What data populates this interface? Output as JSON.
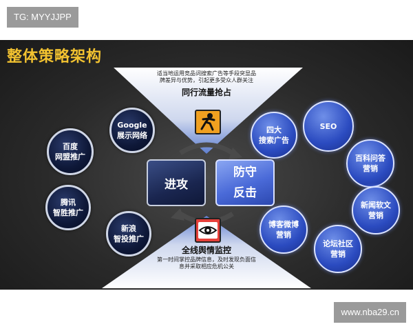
{
  "watermark": {
    "top_left": "TG: MYYJJPP",
    "bottom_right": "www.nba29.cn"
  },
  "diagram": {
    "title": "整体策略架构",
    "top": {
      "desc_line1": "适当地运用竞品词搜索广告等手段突显品",
      "desc_line2": "牌差异与优势，引起更多受众人群关注",
      "label": "同行流量抢占",
      "icon": "runner-icon"
    },
    "bottom": {
      "label": "全线舆情监控",
      "desc_line1": "第一时间掌控品牌信息，及时发现负面信",
      "desc_line2": "息并采取相应危机公关",
      "icon": "eye-icon"
    },
    "center": {
      "attack": "进攻",
      "defend_line1": "防守",
      "defend_line2": "反击"
    },
    "left_nodes": [
      {
        "line1": "Google",
        "line2": "展示网络"
      },
      {
        "line1": "百度",
        "line2": "网盟推广"
      },
      {
        "line1": "腾讯",
        "line2": "智胜推广"
      },
      {
        "line1": "新浪",
        "line2": "智投推广"
      }
    ],
    "right_nodes": [
      {
        "line1": "四大",
        "line2": "搜索广告"
      },
      {
        "line1": "SEO",
        "line2": ""
      },
      {
        "line1": "百科问答",
        "line2": "营销"
      },
      {
        "line1": "新闻软文",
        "line2": "营销"
      },
      {
        "line1": "论坛社区",
        "line2": "营销"
      },
      {
        "line1": "博客微博",
        "line2": "营销"
      }
    ],
    "colors": {
      "title": "#f2c230",
      "dark_node": "#0e1838",
      "blue_node": "#2b4bc0"
    }
  }
}
